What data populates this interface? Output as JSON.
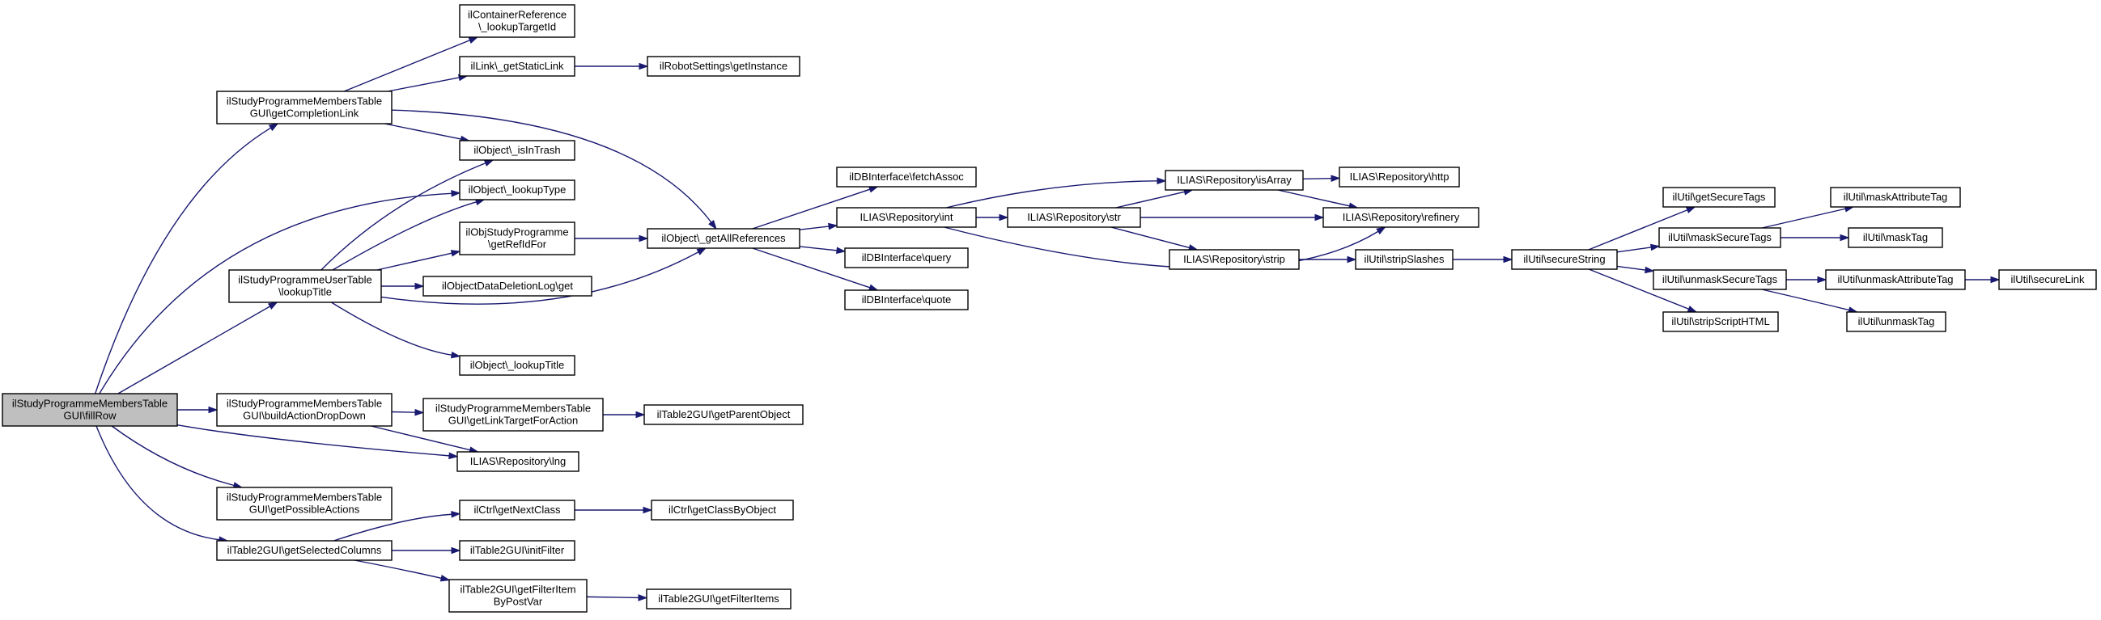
{
  "graph": {
    "title": "",
    "nodes": [
      {
        "id": "n_fillrow",
        "lines": [
          "ilStudyProgrammeMembersTable",
          "GUI\\fillRow"
        ],
        "root": true
      },
      {
        "id": "n_completion",
        "lines": [
          "ilStudyProgrammeMembersTable",
          "GUI\\getCompletionLink"
        ]
      },
      {
        "id": "n_lookuptitle",
        "lines": [
          "ilStudyProgrammeUserTable",
          "\\lookupTitle"
        ]
      },
      {
        "id": "n_buildaction",
        "lines": [
          "ilStudyProgrammeMembersTable",
          "GUI\\buildActionDropDown"
        ]
      },
      {
        "id": "n_possibleactions",
        "lines": [
          "ilStudyProgrammeMembersTable",
          "GUI\\getPossibleActions"
        ]
      },
      {
        "id": "n_selcols",
        "lines": [
          "ilTable2GUI\\getSelectedColumns"
        ]
      },
      {
        "id": "n_contref",
        "lines": [
          "ilContainerReference",
          "\\_lookupTargetId"
        ]
      },
      {
        "id": "n_staticlink",
        "lines": [
          "ilLink\\_getStaticLink"
        ]
      },
      {
        "id": "n_isintrash",
        "lines": [
          "ilObject\\_isInTrash"
        ]
      },
      {
        "id": "n_lookuptype",
        "lines": [
          "ilObject\\_lookupType"
        ]
      },
      {
        "id": "n_getrefid",
        "lines": [
          "ilObjStudyProgramme",
          "\\getRefIdFor"
        ]
      },
      {
        "id": "n_deletionlog",
        "lines": [
          "ilObjectDataDeletionLog\\get"
        ]
      },
      {
        "id": "n_lookuptitle2",
        "lines": [
          "ilObject\\_lookupTitle"
        ]
      },
      {
        "id": "n_linktarget",
        "lines": [
          "ilStudyProgrammeMembersTable",
          "GUI\\getLinkTargetForAction"
        ]
      },
      {
        "id": "n_lng",
        "lines": [
          "ILIAS\\Repository\\lng"
        ]
      },
      {
        "id": "n_nextclass",
        "lines": [
          "ilCtrl\\getNextClass"
        ]
      },
      {
        "id": "n_initfilter",
        "lines": [
          "ilTable2GUI\\initFilter"
        ]
      },
      {
        "id": "n_filteritem",
        "lines": [
          "ilTable2GUI\\getFilterItem",
          "ByPostVar"
        ]
      },
      {
        "id": "n_robot",
        "lines": [
          "ilRobotSettings\\getInstance"
        ]
      },
      {
        "id": "n_allrefs",
        "lines": [
          "ilObject\\_getAllReferences"
        ]
      },
      {
        "id": "n_parentobj",
        "lines": [
          "ilTable2GUI\\getParentObject"
        ]
      },
      {
        "id": "n_classbyobj",
        "lines": [
          "ilCtrl\\getClassByObject"
        ]
      },
      {
        "id": "n_filteritems",
        "lines": [
          "ilTable2GUI\\getFilterItems"
        ]
      },
      {
        "id": "n_fetchassoc",
        "lines": [
          "ilDBInterface\\fetchAssoc"
        ]
      },
      {
        "id": "n_int",
        "lines": [
          "ILIAS\\Repository\\int"
        ]
      },
      {
        "id": "n_query",
        "lines": [
          "ilDBInterface\\query"
        ]
      },
      {
        "id": "n_quote",
        "lines": [
          "ilDBInterface\\quote"
        ]
      },
      {
        "id": "n_str",
        "lines": [
          "ILIAS\\Repository\\str"
        ]
      },
      {
        "id": "n_isarray",
        "lines": [
          "ILIAS\\Repository\\isArray"
        ]
      },
      {
        "id": "n_strip",
        "lines": [
          "ILIAS\\Repository\\strip"
        ]
      },
      {
        "id": "n_http",
        "lines": [
          "ILIAS\\Repository\\http"
        ]
      },
      {
        "id": "n_refinery",
        "lines": [
          "ILIAS\\Repository\\refinery"
        ]
      },
      {
        "id": "n_stripslashes",
        "lines": [
          "ilUtil\\stripSlashes"
        ]
      },
      {
        "id": "n_securestring",
        "lines": [
          "ilUtil\\secureString"
        ]
      },
      {
        "id": "n_getsecuretags",
        "lines": [
          "ilUtil\\getSecureTags"
        ]
      },
      {
        "id": "n_masksecuretags",
        "lines": [
          "ilUtil\\maskSecureTags"
        ]
      },
      {
        "id": "n_unmasksecuretags",
        "lines": [
          "ilUtil\\unmaskSecureTags"
        ]
      },
      {
        "id": "n_stripscript",
        "lines": [
          "ilUtil\\stripScriptHTML"
        ]
      },
      {
        "id": "n_maskattr",
        "lines": [
          "ilUtil\\maskAttributeTag"
        ]
      },
      {
        "id": "n_masktag",
        "lines": [
          "ilUtil\\maskTag"
        ]
      },
      {
        "id": "n_unmaskattr",
        "lines": [
          "ilUtil\\unmaskAttributeTag"
        ]
      },
      {
        "id": "n_unmasktag",
        "lines": [
          "ilUtil\\unmaskTag"
        ]
      },
      {
        "id": "n_securelink",
        "lines": [
          "ilUtil\\secureLink"
        ]
      }
    ],
    "edges": [
      {
        "from": "n_fillrow",
        "to": "n_completion"
      },
      {
        "from": "n_fillrow",
        "to": "n_lookuptype"
      },
      {
        "from": "n_fillrow",
        "to": "n_lookuptitle"
      },
      {
        "from": "n_fillrow",
        "to": "n_buildaction"
      },
      {
        "from": "n_fillrow",
        "to": "n_lng"
      },
      {
        "from": "n_fillrow",
        "to": "n_possibleactions"
      },
      {
        "from": "n_fillrow",
        "to": "n_selcols"
      },
      {
        "from": "n_completion",
        "to": "n_contref"
      },
      {
        "from": "n_completion",
        "to": "n_staticlink"
      },
      {
        "from": "n_completion",
        "to": "n_allrefs"
      },
      {
        "from": "n_completion",
        "to": "n_isintrash"
      },
      {
        "from": "n_staticlink",
        "to": "n_robot"
      },
      {
        "from": "n_lookuptitle",
        "to": "n_isintrash"
      },
      {
        "from": "n_lookuptitle",
        "to": "n_lookuptype"
      },
      {
        "from": "n_lookuptitle",
        "to": "n_getrefid"
      },
      {
        "from": "n_lookuptitle",
        "to": "n_deletionlog"
      },
      {
        "from": "n_lookuptitle",
        "to": "n_allrefs"
      },
      {
        "from": "n_lookuptitle",
        "to": "n_lookuptitle2"
      },
      {
        "from": "n_getrefid",
        "to": "n_allrefs"
      },
      {
        "from": "n_buildaction",
        "to": "n_linktarget"
      },
      {
        "from": "n_buildaction",
        "to": "n_lng"
      },
      {
        "from": "n_linktarget",
        "to": "n_parentobj"
      },
      {
        "from": "n_selcols",
        "to": "n_nextclass"
      },
      {
        "from": "n_selcols",
        "to": "n_initfilter"
      },
      {
        "from": "n_selcols",
        "to": "n_filteritem"
      },
      {
        "from": "n_nextclass",
        "to": "n_classbyobj"
      },
      {
        "from": "n_filteritem",
        "to": "n_filteritems"
      },
      {
        "from": "n_allrefs",
        "to": "n_fetchassoc"
      },
      {
        "from": "n_allrefs",
        "to": "n_int"
      },
      {
        "from": "n_allrefs",
        "to": "n_query"
      },
      {
        "from": "n_allrefs",
        "to": "n_quote"
      },
      {
        "from": "n_int",
        "to": "n_isarray"
      },
      {
        "from": "n_int",
        "to": "n_str"
      },
      {
        "from": "n_int",
        "to": "n_refinery"
      },
      {
        "from": "n_str",
        "to": "n_isarray"
      },
      {
        "from": "n_str",
        "to": "n_refinery"
      },
      {
        "from": "n_str",
        "to": "n_strip"
      },
      {
        "from": "n_isarray",
        "to": "n_http"
      },
      {
        "from": "n_isarray",
        "to": "n_refinery"
      },
      {
        "from": "n_strip",
        "to": "n_stripslashes"
      },
      {
        "from": "n_stripslashes",
        "to": "n_securestring"
      },
      {
        "from": "n_securestring",
        "to": "n_getsecuretags"
      },
      {
        "from": "n_securestring",
        "to": "n_masksecuretags"
      },
      {
        "from": "n_securestring",
        "to": "n_unmasksecuretags"
      },
      {
        "from": "n_securestring",
        "to": "n_stripscript"
      },
      {
        "from": "n_masksecuretags",
        "to": "n_maskattr"
      },
      {
        "from": "n_masksecuretags",
        "to": "n_masktag"
      },
      {
        "from": "n_unmasksecuretags",
        "to": "n_unmaskattr"
      },
      {
        "from": "n_unmasksecuretags",
        "to": "n_unmasktag"
      },
      {
        "from": "n_unmaskattr",
        "to": "n_securelink"
      }
    ]
  }
}
